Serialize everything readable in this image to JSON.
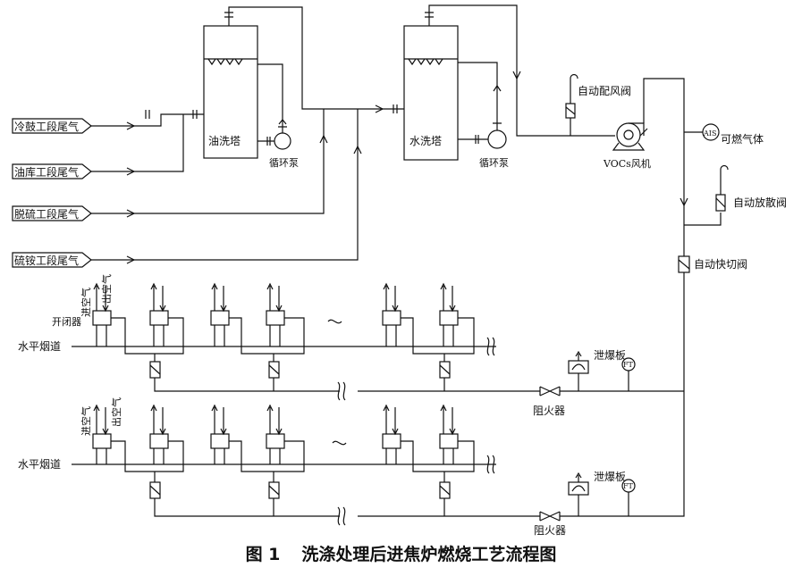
{
  "sources": [
    "冷鼓工段尾气",
    "油库工段尾气",
    "脱硫工段尾气",
    "硫铵工段尾气"
  ],
  "oil_tower": "油洗塔",
  "water_tower": "水洗塔",
  "pump": "循环泵",
  "fan": "VOCs风机",
  "auto_air_valve": "自动配风阀",
  "ais": "AIS",
  "combustible_gas": "可燃气体",
  "auto_vent_valve": "自动放散阀",
  "auto_cutoff_valve": "自动快切阀",
  "intake_air": "进空气",
  "exhaust_air": "出空气",
  "switcher": "开闭器",
  "horizontal_flue": "水平烟道",
  "explosion_vent": "泄爆板",
  "ft": "FT",
  "flame_arrester": "阻火器",
  "caption": {
    "number": "图 1",
    "title": "洗涤处理后进焦炉燃烧工艺流程图"
  }
}
